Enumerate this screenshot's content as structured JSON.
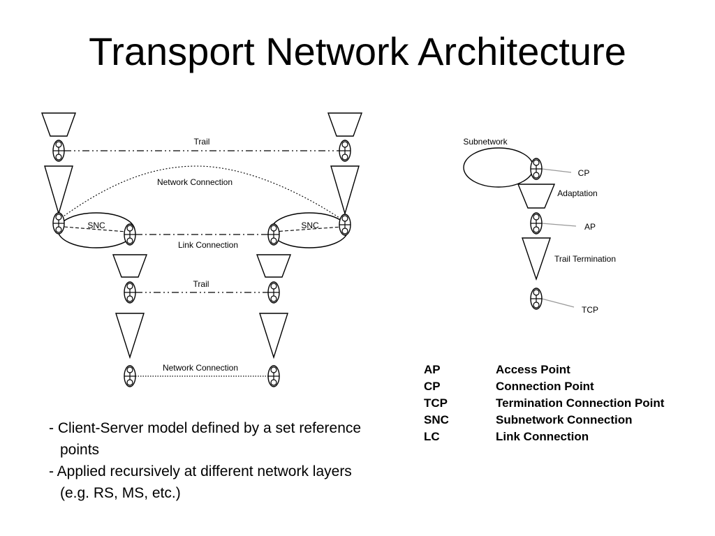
{
  "title": "Transport Network Architecture",
  "diagram": {
    "labels": {
      "trail_top": "Trail",
      "network_connection_top": "Network Connection",
      "snc_left": "SNC",
      "snc_right": "SNC",
      "link_connection": "Link Connection",
      "trail_bottom": "Trail",
      "network_connection_bottom": "Network Connection"
    },
    "legend": {
      "subnetwork": "Subnetwork",
      "cp": "CP",
      "adaptation": "Adaptation",
      "ap": "AP",
      "trail_termination": "Trail Termination",
      "tcp": "TCP"
    }
  },
  "glossary": [
    {
      "abbr": "AP",
      "term": "Access Point"
    },
    {
      "abbr": "CP",
      "term": "Connection Point"
    },
    {
      "abbr": "TCP",
      "term": "Termination Connection Point"
    },
    {
      "abbr": "SNC",
      "term": "Subnetwork Connection"
    },
    {
      "abbr": "LC",
      "term": "Link Connection"
    }
  ],
  "notes": [
    "- Client-Server model defined by a set reference points",
    "- Applied recursively at different network layers (e.g. RS, MS, etc.)"
  ]
}
